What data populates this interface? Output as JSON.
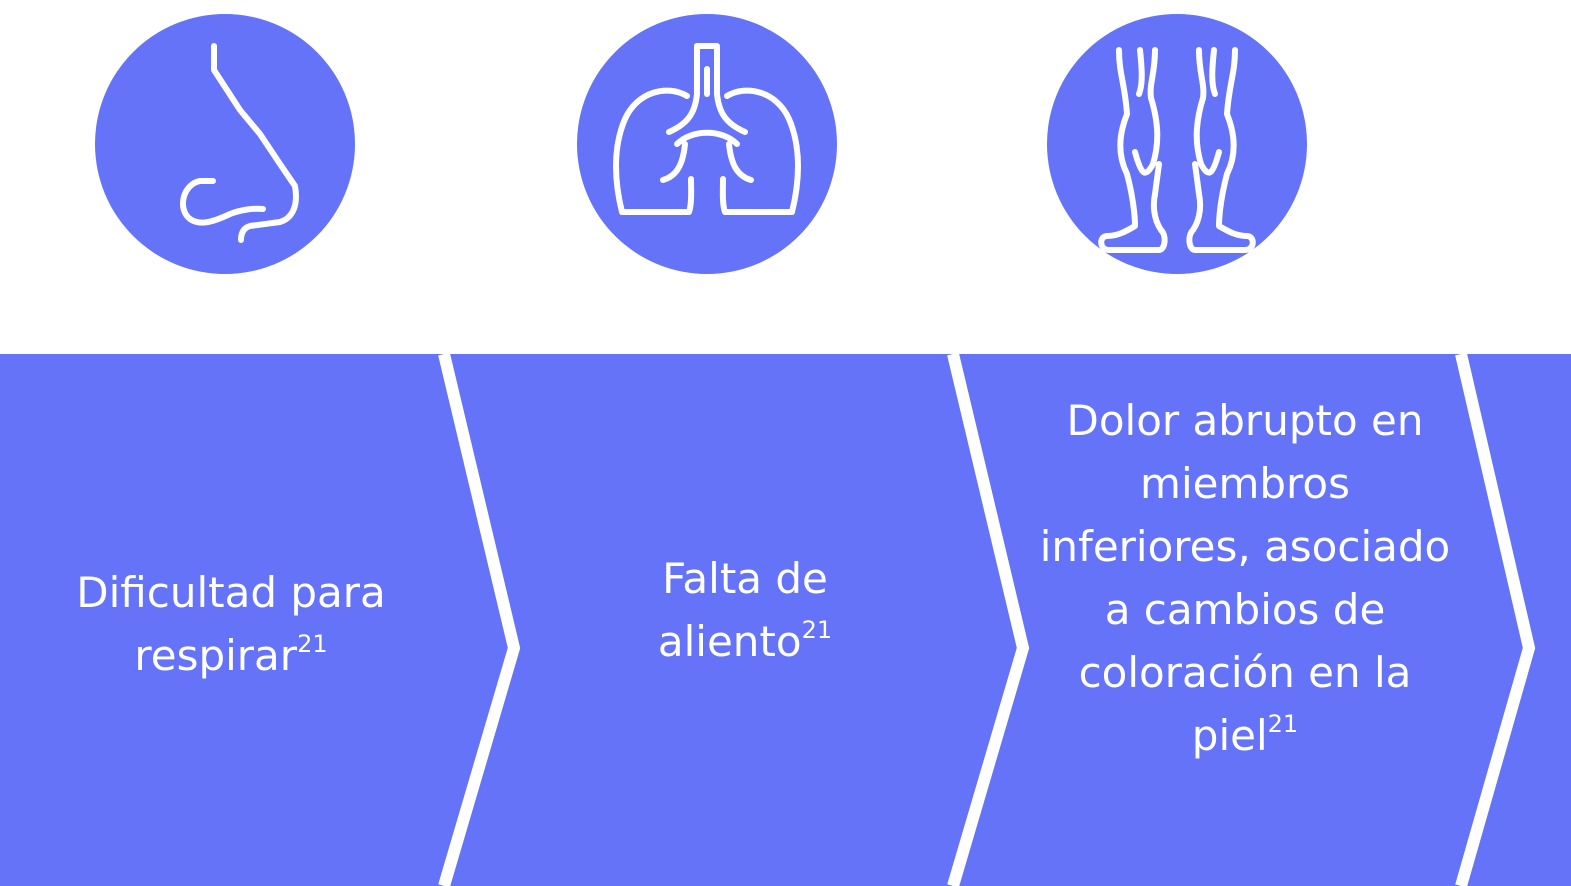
{
  "colors": {
    "accent": "#6473F7",
    "line": "#ffffff"
  },
  "steps": [
    {
      "icon": "nose-icon",
      "text": "Dificultad para respirar",
      "ref": "21"
    },
    {
      "icon": "lungs-icon",
      "text": "Falta de aliento",
      "ref": "21"
    },
    {
      "icon": "legs-icon",
      "text": "Dolor abrupto en miembros inferiores, asociado a cambios de coloración en la piel",
      "ref": "21"
    }
  ]
}
